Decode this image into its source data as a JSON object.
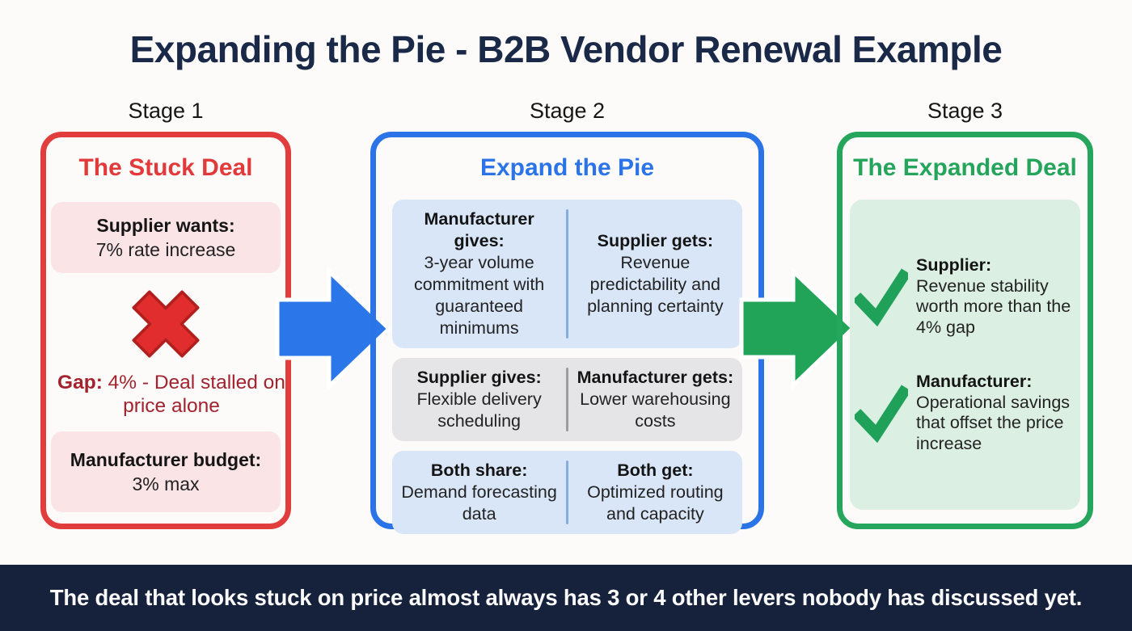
{
  "title": "Expanding the Pie - B2B Vendor Renewal Example",
  "footer": "The deal that looks stuck on price almost always has 3 or 4 other levers nobody has discussed yet.",
  "colors": {
    "navy": "#16213c",
    "title_navy": "#1a2947",
    "red_border": "#e23d3d",
    "red_heading": "#e23a3a",
    "pink_fill": "#fae4e6",
    "dark_red_text": "#a2232e",
    "blue_border": "#2b74e8",
    "light_blue_fill": "#d9e6f8",
    "gray_fill": "#e5e5e7",
    "green_border": "#26a55c",
    "light_green_fill": "#dcefe3",
    "check_green": "#1fa15a"
  },
  "stages": [
    {
      "label": "Stage 1",
      "heading": "The Stuck Deal",
      "cards": [
        {
          "title": "Supplier wants:",
          "body": "7% rate increase"
        },
        {
          "title": "Manufacturer budget:",
          "body": "3% max"
        }
      ],
      "gap": {
        "bold": "Gap:",
        "rest": " 4% - Deal stalled on price alone"
      }
    },
    {
      "label": "Stage 2",
      "heading": "Expand the Pie",
      "rows": [
        {
          "tone": "blue",
          "cells": [
            {
              "title": "Manufacturer gives:",
              "body": "3-year volume commitment with guaranteed minimums"
            },
            {
              "title": "Supplier gets:",
              "body": "Revenue predictability and planning certainty"
            }
          ]
        },
        {
          "tone": "gray",
          "cells": [
            {
              "title": "Supplier gives:",
              "body": "Flexible delivery scheduling"
            },
            {
              "title": "Manufacturer gets:",
              "body": "Lower warehousing costs"
            }
          ]
        },
        {
          "tone": "blue",
          "cells": [
            {
              "title": "Both share:",
              "body": "Demand forecasting data"
            },
            {
              "title": "Both get:",
              "body": "Optimized routing and capacity"
            }
          ]
        }
      ]
    },
    {
      "label": "Stage 3",
      "heading": "The Expanded Deal",
      "items": [
        {
          "title": "Supplier:",
          "body": "Revenue stability worth more than the 4% gap"
        },
        {
          "title": "Manufacturer:",
          "body": "Operational savings that offset the price increase"
        }
      ]
    }
  ]
}
